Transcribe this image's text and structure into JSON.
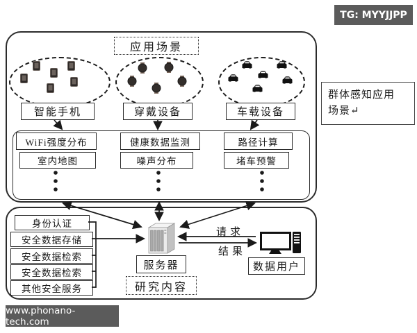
{
  "badges": {
    "tg": "TG: MYYJJPP",
    "watermark": "www.phonano-tech.com"
  },
  "side_note": {
    "line1": "群体感知应用",
    "line2": "场景↵"
  },
  "colors": {
    "badge_bg": "#5b5b5b",
    "badge_text": "#ffffff",
    "line": "#1a1a1a",
    "border": "#2b2b2b"
  },
  "top_section": {
    "title": "应用场景",
    "device_groups": [
      {
        "label": "智能手机",
        "icon": "smartphone-icon"
      },
      {
        "label": "穿戴设备",
        "icon": "smartwatch-icon"
      },
      {
        "label": "车载设备",
        "icon": "car-icon"
      }
    ],
    "app_row1": [
      "WiFi强度分布",
      "健康数据监测",
      "路径计算"
    ],
    "app_row2": [
      "室内地图",
      "噪声分布",
      "堵车预警"
    ]
  },
  "bottom_section": {
    "title": "研究内容",
    "security_services": [
      "身份认证",
      "安全数据存储",
      "安全数据检索",
      "安全数据检索",
      "其他安全服务"
    ],
    "server_label": "服务器",
    "data_user_label": "数据用户",
    "request_label": "请求",
    "result_label": "结果",
    "server_icon": "server-tower-icon",
    "user_icon": "desktop-computer-icon"
  }
}
